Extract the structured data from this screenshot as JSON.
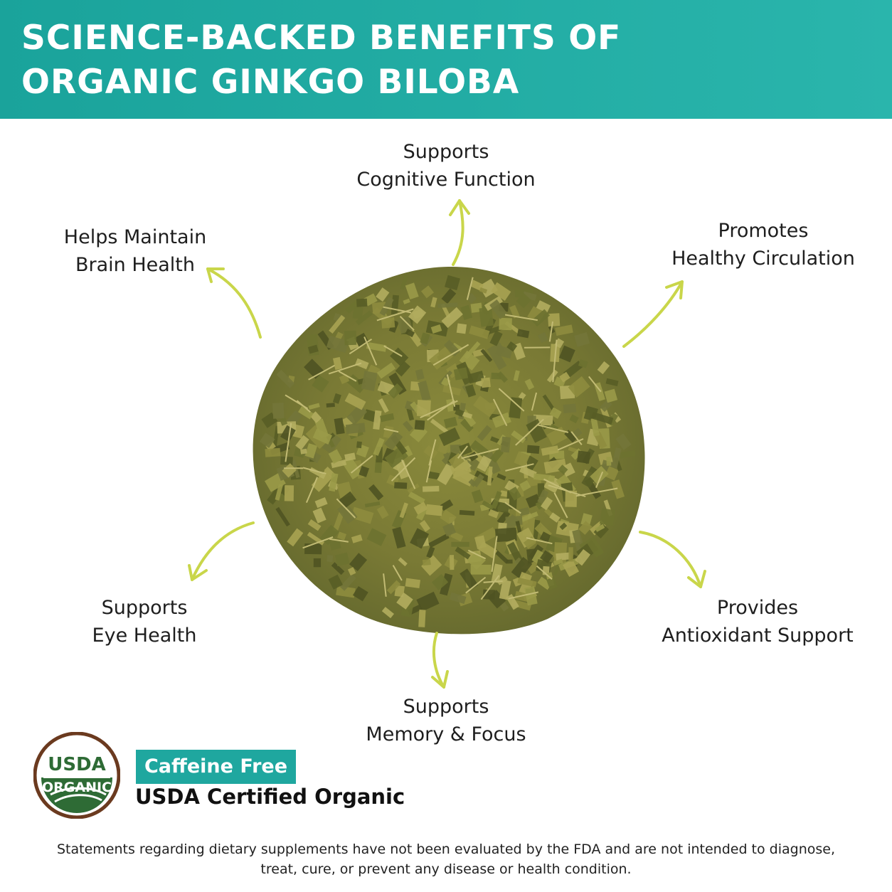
{
  "header": {
    "title_line1": "SCIENCE-BACKED BENEFITS OF",
    "title_line2": "ORGANIC GINKGO BILOBA"
  },
  "benefits": {
    "cognitive": {
      "line1": "Supports",
      "line2": "Cognitive Function"
    },
    "brain": {
      "line1": "Helps Maintain",
      "line2": "Brain Health"
    },
    "circulation": {
      "line1": "Promotes",
      "line2": "Healthy Circulation"
    },
    "eye": {
      "line1": "Supports",
      "line2": "Eye Health"
    },
    "antioxidant": {
      "line1": "Provides",
      "line2": "Antioxidant Support"
    },
    "memory": {
      "line1": "Supports",
      "line2": "Memory & Focus"
    }
  },
  "seal": {
    "top_text": "USDA",
    "bottom_text": "ORGANIC"
  },
  "badges": {
    "caffeine": "Caffeine Free",
    "certified": "USDA Certified Organic"
  },
  "disclaimer": {
    "line1": "Statements regarding dietary supplements have not been evaluated by the FDA and are not intended to diagnose,",
    "line2": "treat, cure, or prevent any disease or health condition."
  },
  "colors": {
    "header_teal": "#1aa39b",
    "badge_teal": "#1fa79f",
    "arrow_green": "#c9d64a",
    "seal_brown": "#6b3a1f",
    "seal_green": "#2e6b35"
  },
  "icons": {
    "arrows": "curved-arrow-icon",
    "seal": "usda-organic-seal-icon",
    "herb": "ginkgo-leaf-pile-image"
  }
}
